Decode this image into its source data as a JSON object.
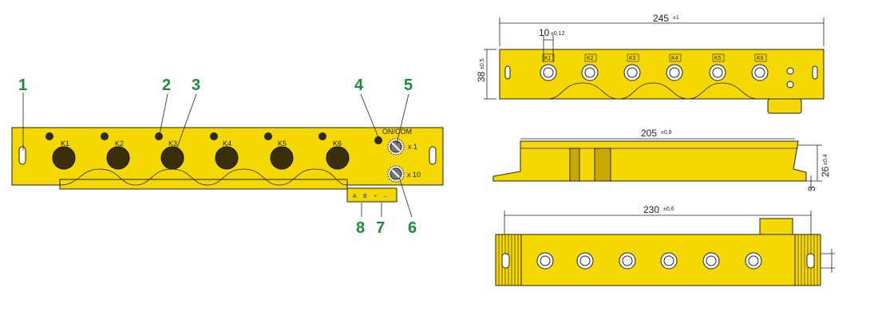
{
  "front_view": {
    "channels": [
      "K1",
      "K2",
      "K3",
      "K4",
      "K5",
      "K6"
    ],
    "on_com_label": "ON/COM",
    "switch_x1_label": "x 1",
    "switch_x10_label": "x 10",
    "terminals": [
      "A",
      "B",
      "+",
      "–"
    ],
    "callouts": [
      "1",
      "2",
      "3",
      "4",
      "5",
      "6",
      "7",
      "8"
    ]
  },
  "dimensions": {
    "total_length": "245",
    "total_length_tol": "±1",
    "hole_width": "10",
    "hole_width_tol": "±0,12",
    "height": "38",
    "height_tol": "±0,5",
    "side_length": "205",
    "side_length_tol": "±0,8",
    "side_height": "26",
    "side_height_tol": "±0,4",
    "flange": "3",
    "bottom_length": "230",
    "bottom_length_tol": "±0,6"
  },
  "colors": {
    "body": "#f5d800",
    "callout": "#1f8a3a",
    "line": "#222222"
  }
}
